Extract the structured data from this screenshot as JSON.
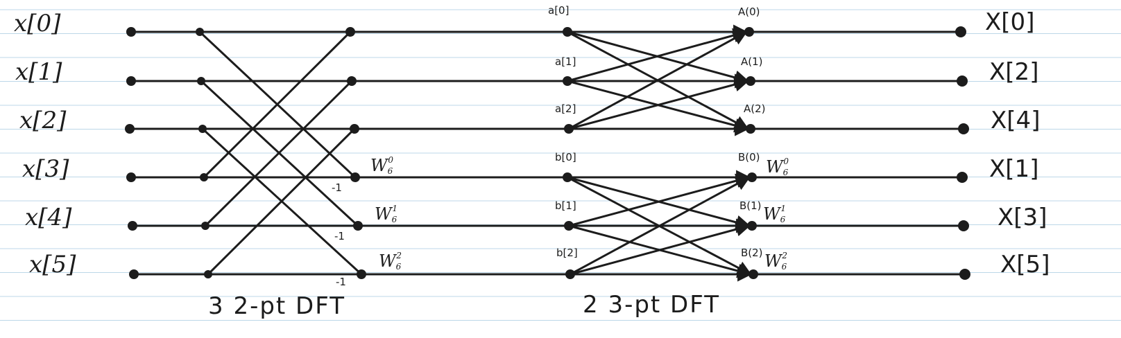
{
  "inputs": [
    "x[0]",
    "x[1]",
    "x[2]",
    "x[3]",
    "x[4]",
    "x[5]"
  ],
  "outputs": [
    "X[0]",
    "X[2]",
    "X[4]",
    "X[1]",
    "X[3]",
    "X[5]"
  ],
  "stage1_twiddles": [
    {
      "base": "W",
      "sub": "6",
      "sup": "0"
    },
    {
      "base": "W",
      "sub": "6",
      "sup": "1"
    },
    {
      "base": "W",
      "sub": "6",
      "sup": "2"
    }
  ],
  "stage1_minus_one": [
    "-1",
    "-1",
    "-1"
  ],
  "group_a_inputs": [
    "a[0]",
    "a[1]",
    "a[2]"
  ],
  "group_b_inputs": [
    "b[0]",
    "b[1]",
    "b[2]"
  ],
  "group_a_outputs": [
    "A(0)",
    "A(1)",
    "A(2)"
  ],
  "group_b_outputs": [
    "B(0)",
    "B(1)",
    "B(2)"
  ],
  "stage2_twiddles": [
    {
      "base": "W",
      "sub": "6",
      "sup": "0"
    },
    {
      "base": "W",
      "sub": "6",
      "sup": "1"
    },
    {
      "base": "W",
      "sub": "6",
      "sup": "2"
    }
  ],
  "captions": {
    "stage1": "3  2-pt DFT",
    "stage2": "2  3-pt DFT"
  },
  "colors": {
    "ruled_line": "#bcd7e8",
    "ink": "#1c1c1c"
  }
}
